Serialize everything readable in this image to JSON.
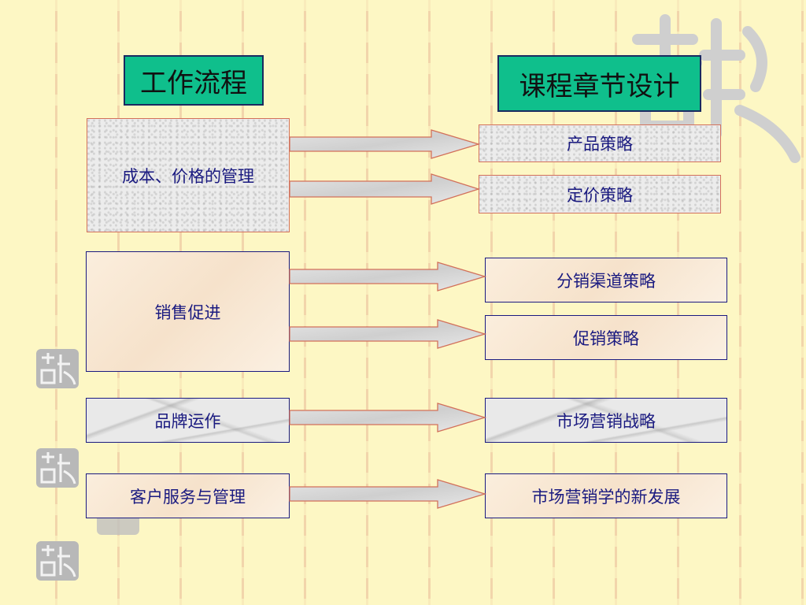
{
  "headers": {
    "left": "工作流程",
    "right": "课程章节设计"
  },
  "left_items": [
    "成本、价格的管理",
    "销售促进",
    "品牌运作",
    "客户服务与管理"
  ],
  "right_items": [
    "产品策略",
    "定价策略",
    "分销渠道策略",
    "促销策略",
    "市场营销战略",
    "市场营销学的新发展"
  ],
  "colors": {
    "background": "#fdf7c4",
    "header_fill": "#0fbf8c",
    "text": "#1a1a80",
    "arrow_outline": "#d2705a"
  }
}
